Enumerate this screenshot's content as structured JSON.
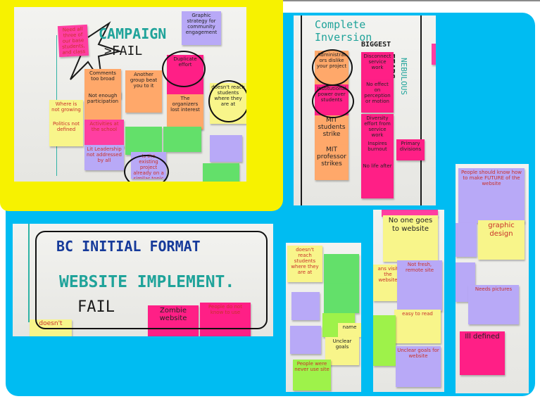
{
  "photo1": {
    "heading_campaign": "CAMPAIGN",
    "heading_fail": ">FAIL",
    "notes": {
      "n1": "Need all three of our base students, and class is not completed",
      "n2": "Graphic strategy for community engagement",
      "n3": "Comments too broad",
      "n4": "Not enough participation",
      "n5": "Another group beat you to it",
      "n6": "Duplicate effort",
      "n7": "The organizers lost interest",
      "n8": "doesn't reach students where they are at",
      "n9": "Where is not growing",
      "n10": "Politics not defined",
      "n11": "Activities at the school",
      "n12": "Lit Leadership not addressed by all",
      "n13": "Is the existing project already on a similar topic"
    }
  },
  "photo2": {
    "heading_complete": "Complete",
    "heading_inversion": "Inversion",
    "heading_biggest": "BIGGEST",
    "heading_fears": "FEARS",
    "heading_nebulous": "NEBULOUS",
    "notes": {
      "a1": "Administrators dislike your project",
      "a2": "Institutional power over students",
      "a3": "MIT students strike",
      "a4": "MIT professor strikes",
      "b1": "Disconnect service work",
      "b2": "No effect on perception or motion",
      "b3": "Diversity effort from service work",
      "b4": "Inspires burnout",
      "b5": "No life after",
      "b6": "Primary divisions"
    }
  },
  "photo3": {
    "line1": "BC INITIAL FORMAT",
    "line2": "WEBSITE IMPLEMENT.",
    "line3": "FAIL",
    "note_zombie": "Zombie website",
    "note_people": "People do not know to use",
    "note_doesnt": "doesn't"
  },
  "photo4": {
    "note_doesnt": "doesn't reach students where they are at",
    "note_name": "name",
    "note_unclear": "Unclear goals",
    "note_people": "People were never use site"
  },
  "photo5": {
    "note_noone": "No one goes to website",
    "note_visit": "ans visit the website",
    "note_notfresh": "Not fresh, remote site",
    "note_easy": "easy to read",
    "note_unclear": "Unclear goals for website"
  },
  "photo6": {
    "note_people": "People should know how to make FUTURE of the website",
    "note_graphic": "graphic design",
    "note_tiny": "Needs pictures",
    "note_ill": "Ill defined"
  }
}
